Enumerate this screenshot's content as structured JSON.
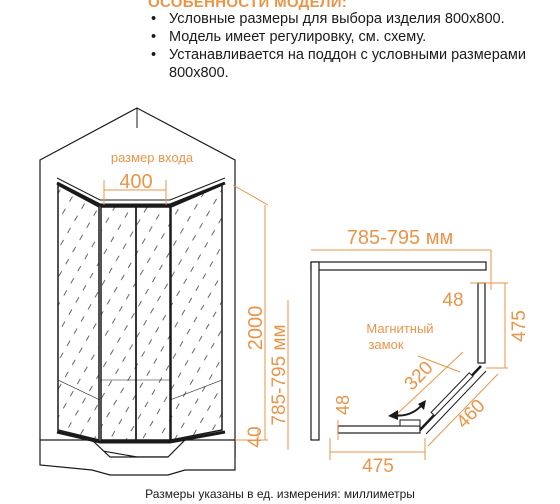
{
  "header": "ОСОБЕННОСТИ МОДЕЛИ:",
  "features": [
    "Условные размеры для выбора изделия 800х800.",
    "Модель имеет регулировку, см. схему.",
    "Устанавливается на поддон с условными размерами",
    "800х800."
  ],
  "front_view": {
    "entrance_label": "размер входа",
    "entrance_width": "400",
    "height": "2000",
    "width_range": "785-795 мм",
    "base_height": "40"
  },
  "top_view": {
    "width_range": "785-795 мм",
    "profile_depth_top": "48",
    "side_length": "475",
    "magnet_label_line1": "Магнитный",
    "magnet_label_line2": "замок",
    "door_size": "320",
    "profile_depth_side": "48",
    "diagonal_length": "460",
    "bottom_length": "475"
  },
  "footer": "Размеры указаны в ед. измерения: миллиметры",
  "colors": {
    "accent": "#e8954a",
    "outline": "#1a1a1a",
    "glass_pattern": "#555555"
  }
}
